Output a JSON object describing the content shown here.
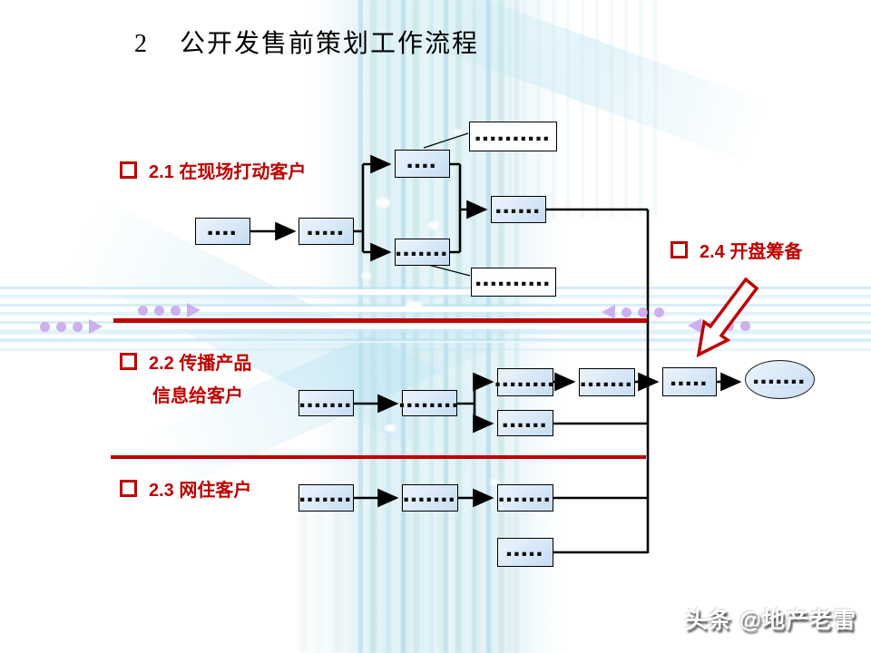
{
  "title": {
    "number": "2",
    "text": "公开发售前策划工作流程"
  },
  "sections": {
    "s21": {
      "number": "2.1",
      "label": "在现场打动客户"
    },
    "s22": {
      "number": "2.2",
      "label_line1": "传播产品",
      "label_line2": "信息给客户"
    },
    "s23": {
      "number": "2.3",
      "label": "网住客户"
    },
    "s24": {
      "number": "2.4",
      "label": "开盘筹备"
    }
  },
  "flow": {
    "s21": {
      "b1": "▪▪▪▪",
      "b2": "▪▪▪▪▪",
      "branch_top": "▪▪▪▪",
      "branch_bottom": "▪▪▪▪▪▪▪",
      "mid": "▪▪▪▪▪▪",
      "callout_top": "▪▪▪▪▪▪▪▪▪▪",
      "callout_bottom": "▪▪▪▪▪▪▪▪▪▪"
    },
    "s22": {
      "b1": "▪▪▪▪▪▪▪",
      "b2": "▪▪▪▪▪▪▪▪",
      "branch_top": "▪▪▪▪▪▪▪▪",
      "branch_bottom": "▪▪▪▪▪▪",
      "b3": "▪▪▪▪▪▪▪",
      "b4": "▪▪▪▪▪",
      "end_oval": "▪▪▪▪▪▪▪"
    },
    "s23": {
      "b1": "▪▪▪▪▪▪▪",
      "b2": "▪▪▪▪▪▪▪",
      "b3": "▪▪▪▪▪▪▪",
      "b4": "▪▪▪▪▪"
    }
  },
  "watermark": "头条 @地产老雷",
  "colors": {
    "accent_red": "#c00000",
    "box_fill": "#d8e8f8",
    "flow_line": "#000000",
    "purple_accent": "#c9a1ec"
  }
}
